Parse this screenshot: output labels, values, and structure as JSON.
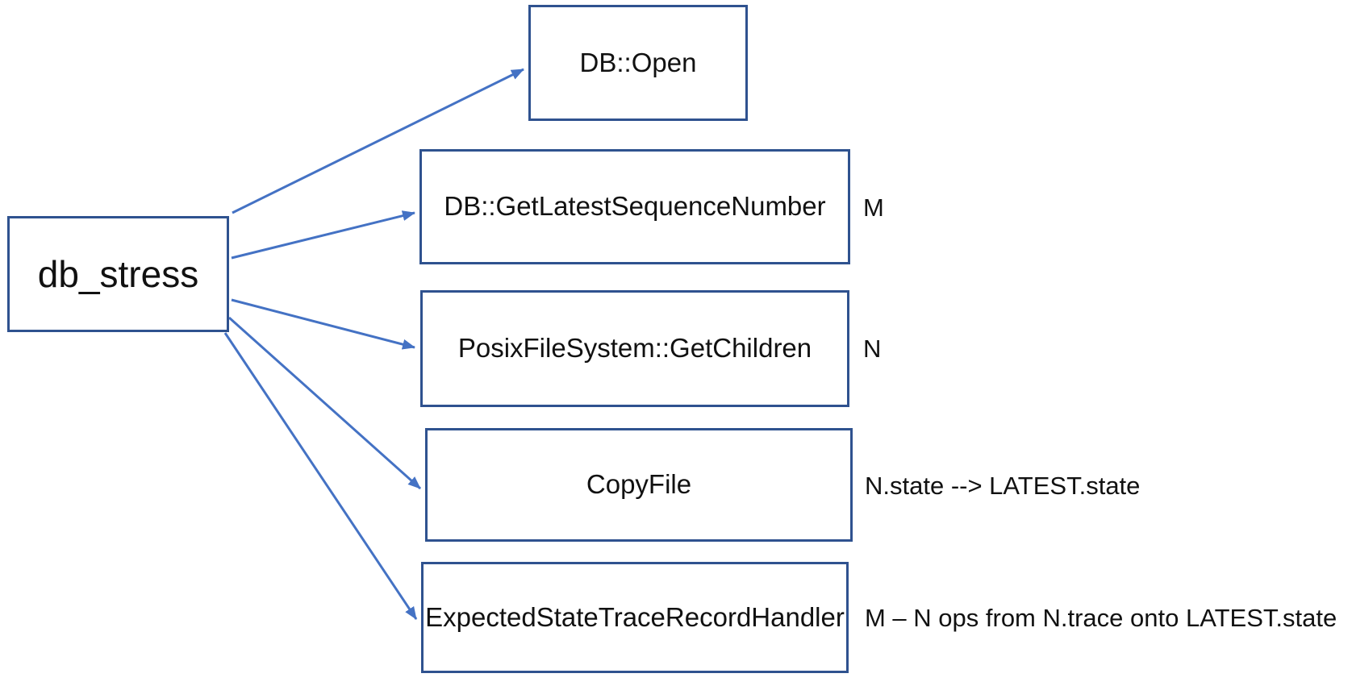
{
  "diagram": {
    "root": {
      "label": "db_stress"
    },
    "nodes": [
      {
        "label": "DB::Open",
        "annotation": ""
      },
      {
        "label": "DB::GetLatestSequenceNumber",
        "annotation": "M"
      },
      {
        "label": "PosixFileSystem::GetChildren",
        "annotation": "N"
      },
      {
        "label": "CopyFile",
        "annotation": "N.state --> LATEST.state"
      },
      {
        "label": "ExpectedStateTraceRecordHandler",
        "annotation": "M – N ops from N.trace onto LATEST.state"
      }
    ],
    "colors": {
      "box_border": "#2F528F",
      "arrow": "#4472C4",
      "text": "#111111",
      "background": "#FFFFFF"
    }
  }
}
